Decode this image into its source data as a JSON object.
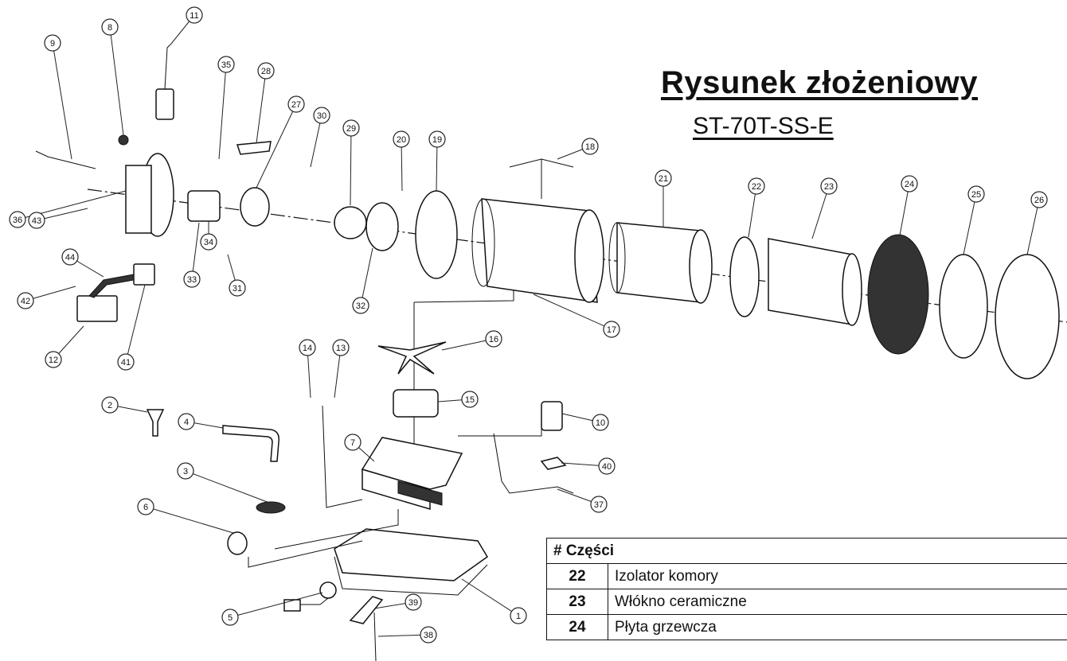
{
  "title": "Rysunek złożeniowy",
  "subtitle": "ST-70T-SS-E",
  "table": {
    "header": "# Części",
    "rows": [
      {
        "num": "22",
        "name": "Izolator komory"
      },
      {
        "num": "23",
        "name": "Włókno ceramiczne"
      },
      {
        "num": "24",
        "name": "Płyta grzewcza"
      }
    ]
  },
  "labels": [
    "1",
    "2",
    "3",
    "4",
    "5",
    "6",
    "7",
    "8",
    "9",
    "10",
    "11",
    "12",
    "13",
    "14",
    "15",
    "16",
    "17",
    "18",
    "19",
    "20",
    "21",
    "22",
    "23",
    "24",
    "25",
    "26",
    "27",
    "28",
    "29",
    "30",
    "31",
    "32",
    "33",
    "34",
    "35",
    "36",
    "37",
    "38",
    "39",
    "40",
    "41",
    "42",
    "43",
    "44"
  ]
}
